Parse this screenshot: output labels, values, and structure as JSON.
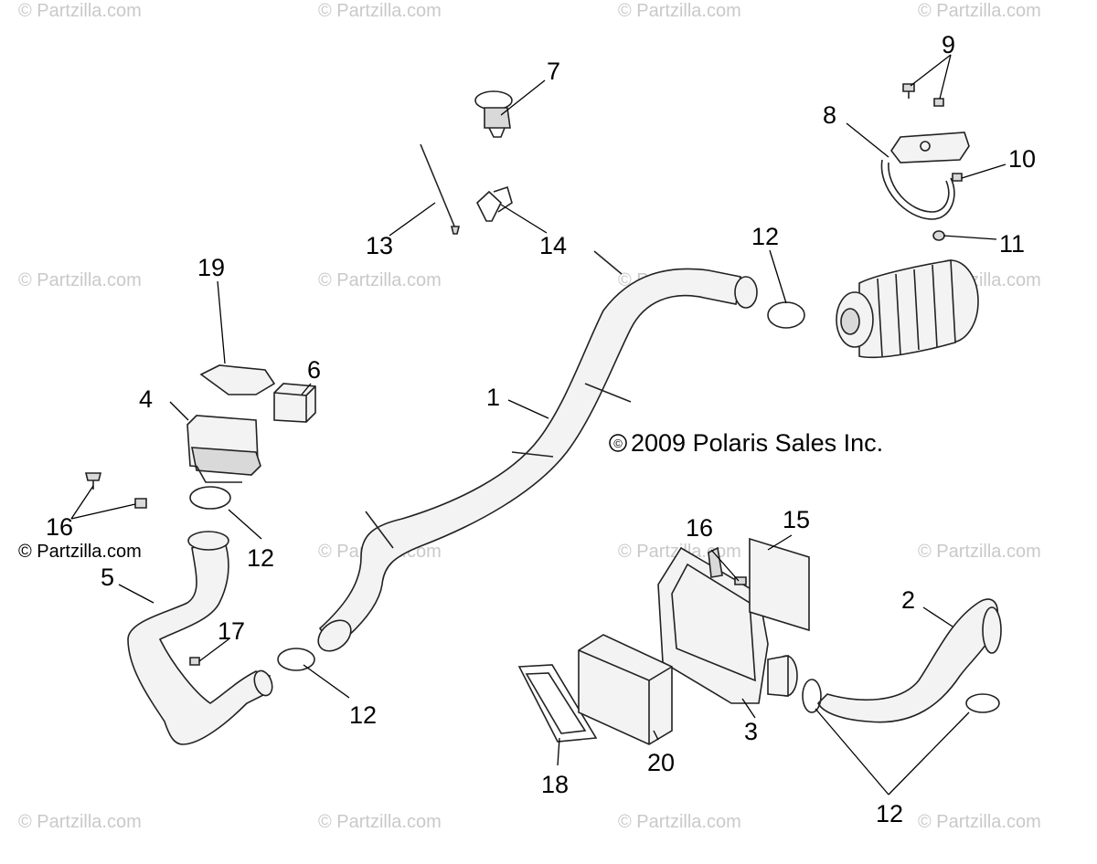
{
  "watermark": "© Partzilla.com",
  "copyright": "2009 Polaris Sales Inc.",
  "copyright_symbol": "©",
  "callouts": {
    "c1": "1",
    "c2": "2",
    "c3": "3",
    "c4": "4",
    "c5": "5",
    "c6": "6",
    "c7": "7",
    "c8": "8",
    "c9": "9",
    "c10": "10",
    "c11": "11",
    "c12a": "12",
    "c12b": "12",
    "c12c": "12",
    "c12d": "12",
    "c13": "13",
    "c14": "14",
    "c15": "15",
    "c16a": "16",
    "c16b": "16",
    "c17": "17",
    "c18": "18",
    "c19": "19",
    "c20": "20"
  }
}
